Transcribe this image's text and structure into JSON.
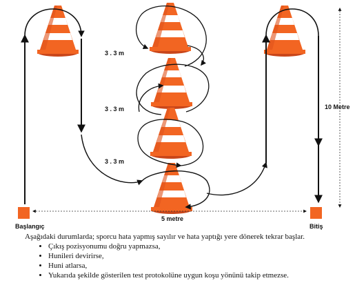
{
  "labels": {
    "start": "Başlangıç",
    "finish": "Bitiş",
    "width": "5 metre",
    "height": "10 Metre",
    "gap1": "3 . 3 m",
    "gap2": "3 . 3 m",
    "gap3": "3 . 3 m"
  },
  "colors": {
    "cone_orange": "#f26522",
    "cone_stripe": "#ffffff",
    "marker": "#f26522",
    "arrow": "#111111"
  },
  "notes": {
    "intro": "Aşağıdaki durumlarda; sporcu hata yapmış sayılır ve hata yaptığı yere dönerek tekrar başlar.",
    "items": [
      "Çıkış pozisyonumu doğru yapmazsa,",
      "Hunileri devirirse,",
      "Huni atlarsa,",
      "Yukarıda şekilde gösterilen test protokolüne uygun koşu yönünü takip etmezse."
    ]
  }
}
